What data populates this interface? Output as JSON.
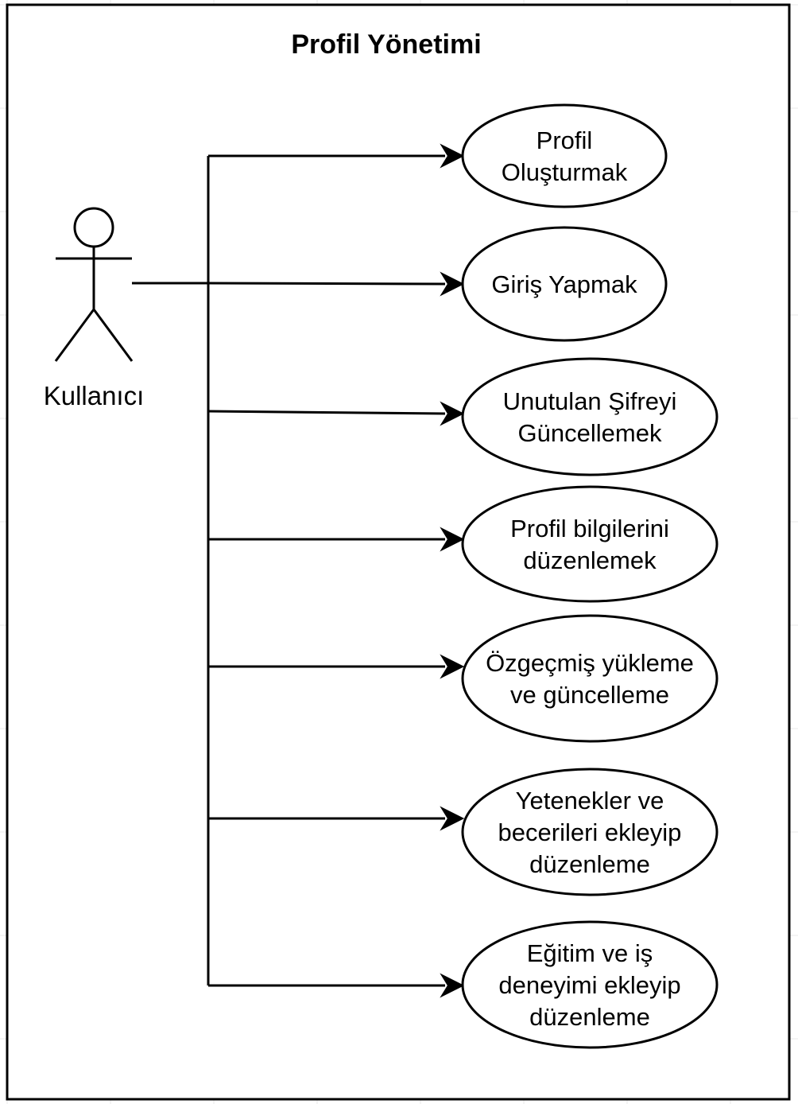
{
  "title": "Profil Yönetimi",
  "actor": {
    "label": "Kullanıcı",
    "icon": "stick-figure-icon"
  },
  "use_cases": [
    {
      "id": "profil-olusturmak",
      "lines": [
        "Profil",
        "Oluşturmak"
      ]
    },
    {
      "id": "giris-yapmak",
      "lines": [
        "Giriş Yapmak"
      ]
    },
    {
      "id": "unutulan-sifreyi-guncellemek",
      "lines": [
        "Unutulan Şifreyi",
        "Güncellemek"
      ]
    },
    {
      "id": "profil-bilgilerini-duzenlemek",
      "lines": [
        "Profil bilgilerini",
        "düzenlemek"
      ]
    },
    {
      "id": "ozgecmis-yukleme",
      "lines": [
        "Özgeçmiş yükleme",
        "ve güncelleme"
      ]
    },
    {
      "id": "yetenekler-ve-beceriler",
      "lines": [
        "Yetenekler ve",
        "becerileri ekleyip",
        "düzenleme"
      ]
    },
    {
      "id": "egitim-ve-is-deneyimi",
      "lines": [
        "Eğitim ve iş",
        "deneyimi ekleyip",
        "düzenleme"
      ]
    }
  ],
  "colors": {
    "stroke": "#000000",
    "background": "#ffffff"
  }
}
